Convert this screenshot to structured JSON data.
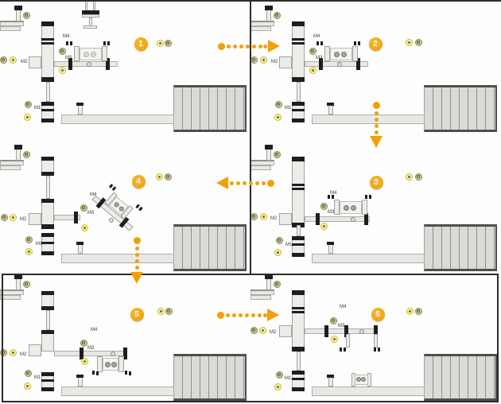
{
  "diagram": {
    "panel_count": 6,
    "layout": "2 columns x 3 rows"
  },
  "steps": [
    {
      "number": "1"
    },
    {
      "number": "2"
    },
    {
      "number": "3"
    },
    {
      "number": "4"
    },
    {
      "number": "5"
    },
    {
      "number": "6"
    }
  ],
  "machine_labels": {
    "m1": "M1",
    "m2": "M2",
    "m3": "M3",
    "m4": "M4"
  },
  "arrows": [
    {
      "from": "1",
      "to": "2",
      "direction": "right"
    },
    {
      "from": "2",
      "to": "3",
      "direction": "down"
    },
    {
      "from": "3",
      "to": "4",
      "direction": "left"
    },
    {
      "from": "4",
      "to": "5",
      "direction": "down"
    },
    {
      "from": "5",
      "to": "6",
      "direction": "right"
    }
  ],
  "icons": {
    "yellow_badge": "sensor-indicator-yellow",
    "olive_badge": "sensor-indicator-olive",
    "step_marker": "numbered-orange-circle",
    "flow_arrow": "orange-dotted-arrow"
  },
  "colors": {
    "flow_orange": "#F2A007",
    "badge_yellow": "#F9F2A2",
    "badge_olive": "#CBC795",
    "machine_body": "#ECECE9",
    "conveyor": "#DADAD7",
    "black_hardware": "#1E1E1E",
    "border": "#2C2C2C"
  }
}
